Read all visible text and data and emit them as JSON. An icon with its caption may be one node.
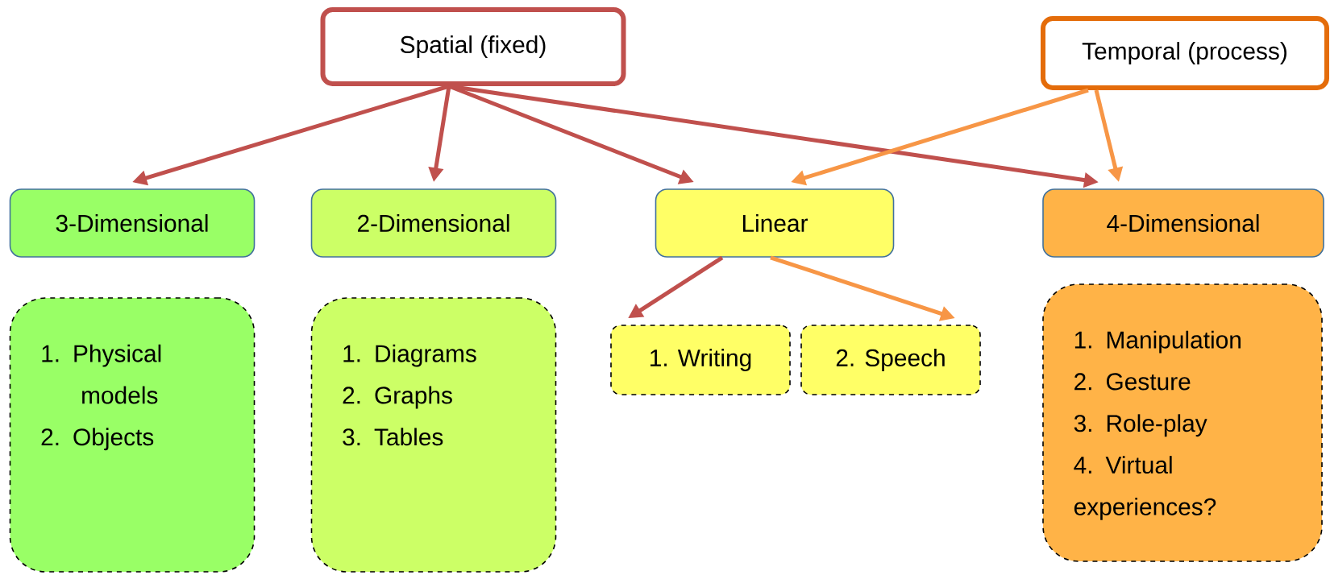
{
  "diagram": {
    "nodes": [
      {
        "text": [
          "Spatial (fixed)"
        ]
      },
      {
        "text": [
          "Temporal (process)"
        ]
      },
      {
        "text": [
          "3-Dimensional"
        ]
      },
      {
        "text": [
          "2-Dimensional"
        ]
      },
      {
        "text": [
          "Linear"
        ]
      },
      {
        "text": [
          "4-Dimensional"
        ]
      },
      {
        "text": [
          "1. Physical models",
          "2. Objects"
        ]
      },
      {
        "text": [
          "1. Diagrams",
          "2. Graphs",
          "3. Tables"
        ]
      },
      {
        "text": [
          "1. Writing"
        ]
      },
      {
        "text": [
          "2. Speech"
        ]
      },
      {
        "text": [
          "1. Manipulation",
          "2. Gesture",
          "3. Role-play",
          "4. Virtual experiences?"
        ]
      }
    ],
    "edges": [
      {
        "from": 0,
        "to": 2,
        "arrow": "to"
      },
      {
        "from": 0,
        "to": 3,
        "arrow": "to"
      },
      {
        "from": 0,
        "to": 4,
        "arrow": "to"
      },
      {
        "from": 0,
        "to": 5,
        "arrow": "to"
      },
      {
        "from": 1,
        "to": 4,
        "arrow": "to",
        "color": "#f79646"
      },
      {
        "from": 1,
        "to": 5,
        "arrow": "to",
        "color": "#f79646"
      },
      {
        "from": 4,
        "to": 8,
        "arrow": "to"
      },
      {
        "from": 4,
        "to": 9,
        "arrow": "to",
        "color": "#f79646"
      }
    ]
  }
}
